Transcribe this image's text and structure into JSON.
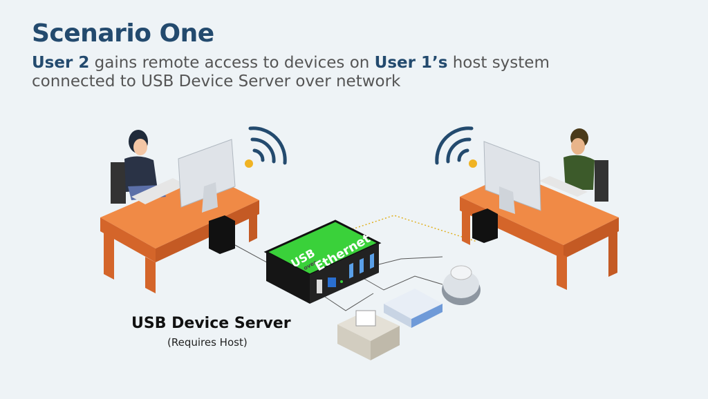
{
  "title": "Scenario One",
  "subtitle": {
    "user2": "User 2",
    "part1": " gains remote access to devices on ",
    "user1": "User 1’s",
    "part2": " host system",
    "line2": "connected to USB Device Server over network"
  },
  "device_box": {
    "line1": "USB",
    "line2": "over",
    "line3": "Ethernet"
  },
  "device_label": "USB Device Server",
  "device_note": "(Requires Host)",
  "colors": {
    "title": "#234a6e",
    "desk": "#e8773a",
    "box_top": "#3ad13a",
    "wifi": "#234a6e",
    "wifi_dot": "#f0b323"
  }
}
